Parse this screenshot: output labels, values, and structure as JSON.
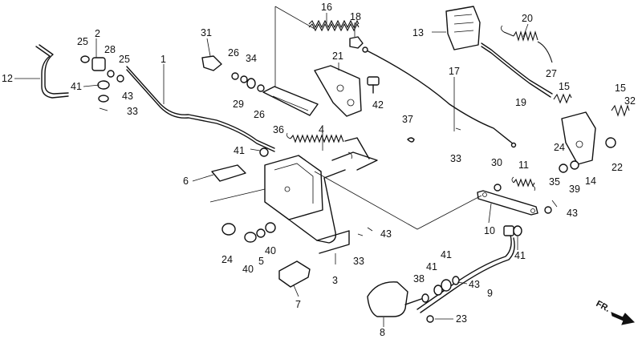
{
  "diagram": {
    "callouts": [
      {
        "id": "c16",
        "label": "16"
      },
      {
        "id": "c18",
        "label": "18"
      },
      {
        "id": "c13",
        "label": "13"
      },
      {
        "id": "c20",
        "label": "20"
      },
      {
        "id": "c31",
        "label": "31"
      },
      {
        "id": "c2",
        "label": "2"
      },
      {
        "id": "c25a",
        "label": "25"
      },
      {
        "id": "c28",
        "label": "28"
      },
      {
        "id": "c25b",
        "label": "25"
      },
      {
        "id": "c1",
        "label": "1"
      },
      {
        "id": "c26a",
        "label": "26"
      },
      {
        "id": "c34",
        "label": "34"
      },
      {
        "id": "c21",
        "label": "21"
      },
      {
        "id": "c17",
        "label": "17"
      },
      {
        "id": "c27",
        "label": "27"
      },
      {
        "id": "c15a",
        "label": "15"
      },
      {
        "id": "c15b",
        "label": "15"
      },
      {
        "id": "c32",
        "label": "32"
      },
      {
        "id": "c12",
        "label": "12"
      },
      {
        "id": "c41a",
        "label": "41"
      },
      {
        "id": "c43a",
        "label": "43"
      },
      {
        "id": "c33a",
        "label": "33"
      },
      {
        "id": "c29",
        "label": "29"
      },
      {
        "id": "c26b",
        "label": "26"
      },
      {
        "id": "c42",
        "label": "42"
      },
      {
        "id": "c19",
        "label": "19"
      },
      {
        "id": "c36",
        "label": "36"
      },
      {
        "id": "c4",
        "label": "4"
      },
      {
        "id": "c37",
        "label": "37"
      },
      {
        "id": "c41b",
        "label": "41"
      },
      {
        "id": "c33b",
        "label": "33"
      },
      {
        "id": "c24a",
        "label": "24"
      },
      {
        "id": "c22",
        "label": "22"
      },
      {
        "id": "c6",
        "label": "6"
      },
      {
        "id": "c30",
        "label": "30"
      },
      {
        "id": "c11",
        "label": "11"
      },
      {
        "id": "c39",
        "label": "39"
      },
      {
        "id": "c14",
        "label": "14"
      },
      {
        "id": "c35",
        "label": "35"
      },
      {
        "id": "c43b",
        "label": "43"
      },
      {
        "id": "c10",
        "label": "10"
      },
      {
        "id": "c43c",
        "label": "43"
      },
      {
        "id": "c24b",
        "label": "24"
      },
      {
        "id": "c5",
        "label": "5"
      },
      {
        "id": "c40a",
        "label": "40"
      },
      {
        "id": "c40b",
        "label": "40"
      },
      {
        "id": "c33c",
        "label": "33"
      },
      {
        "id": "c41c",
        "label": "41"
      },
      {
        "id": "c41d",
        "label": "41"
      },
      {
        "id": "c41e",
        "label": "41"
      },
      {
        "id": "c38",
        "label": "38"
      },
      {
        "id": "c43d",
        "label": "43"
      },
      {
        "id": "c9",
        "label": "9"
      },
      {
        "id": "c3",
        "label": "3"
      },
      {
        "id": "c7",
        "label": "7"
      },
      {
        "id": "c23",
        "label": "23"
      },
      {
        "id": "c8",
        "label": "8"
      }
    ],
    "direction_label": "FR."
  }
}
